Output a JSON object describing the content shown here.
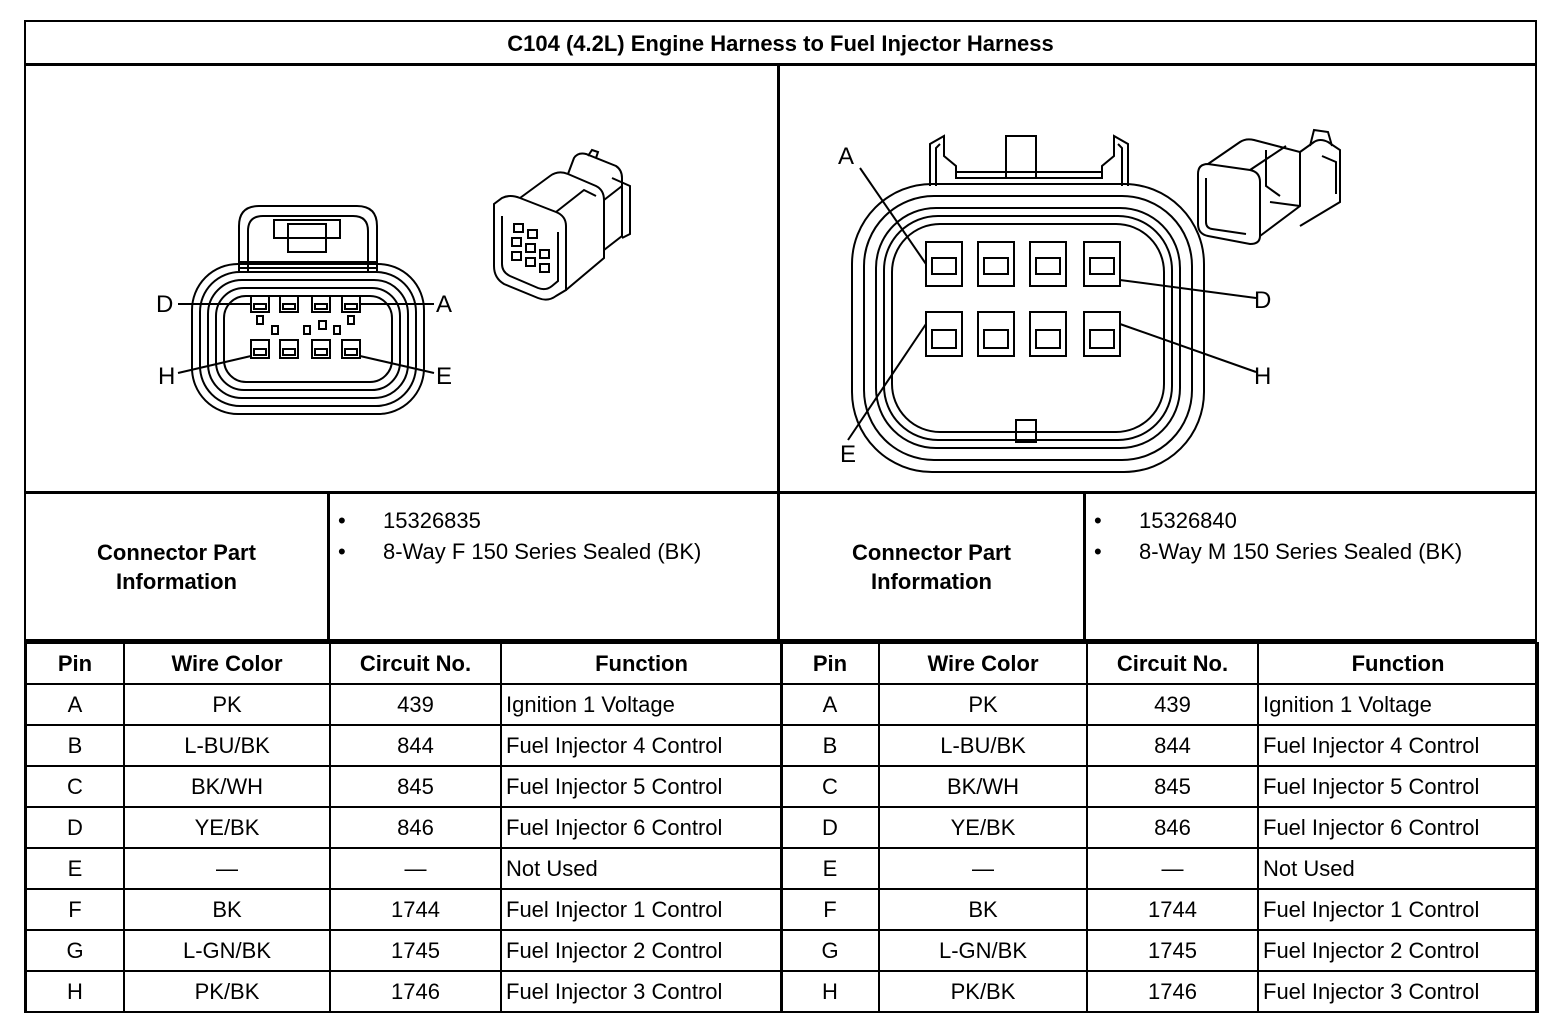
{
  "title": "C104 (4.2L) Engine Harness to Fuel Injector Harness",
  "left": {
    "pin_labels": {
      "a": "A",
      "d": "D",
      "e": "E",
      "h": "H"
    },
    "info_header": "Connector Part Information",
    "part_info": [
      "15326835",
      "8-Way F 150 Series Sealed (BK)"
    ]
  },
  "right": {
    "pin_labels": {
      "a": "A",
      "d": "D",
      "e": "E",
      "h": "H"
    },
    "info_header": "Connector Part Information",
    "part_info": [
      "15326840",
      "8-Way M 150 Series Sealed (BK)"
    ]
  },
  "bullet": "•",
  "columns": [
    "Pin",
    "Wire Color",
    "Circuit No.",
    "Function"
  ],
  "rows": [
    [
      "A",
      "PK",
      "439",
      "Ignition 1 Voltage"
    ],
    [
      "B",
      "L-BU/BK",
      "844",
      "Fuel Injector 4 Control"
    ],
    [
      "C",
      "BK/WH",
      "845",
      "Fuel Injector 5 Control"
    ],
    [
      "D",
      "YE/BK",
      "846",
      "Fuel Injector 6 Control"
    ],
    [
      "E",
      "—",
      "—",
      "Not Used"
    ],
    [
      "F",
      "BK",
      "1744",
      "Fuel Injector 1 Control"
    ],
    [
      "G",
      "L-GN/BK",
      "1745",
      "Fuel Injector 2 Control"
    ],
    [
      "H",
      "PK/BK",
      "1746",
      "Fuel Injector 3 Control"
    ]
  ],
  "icons": {
    "left_face": "female-connector-face-icon",
    "left_iso": "female-connector-isometric-icon",
    "right_face": "male-connector-face-icon",
    "right_iso": "male-connector-isometric-icon"
  }
}
